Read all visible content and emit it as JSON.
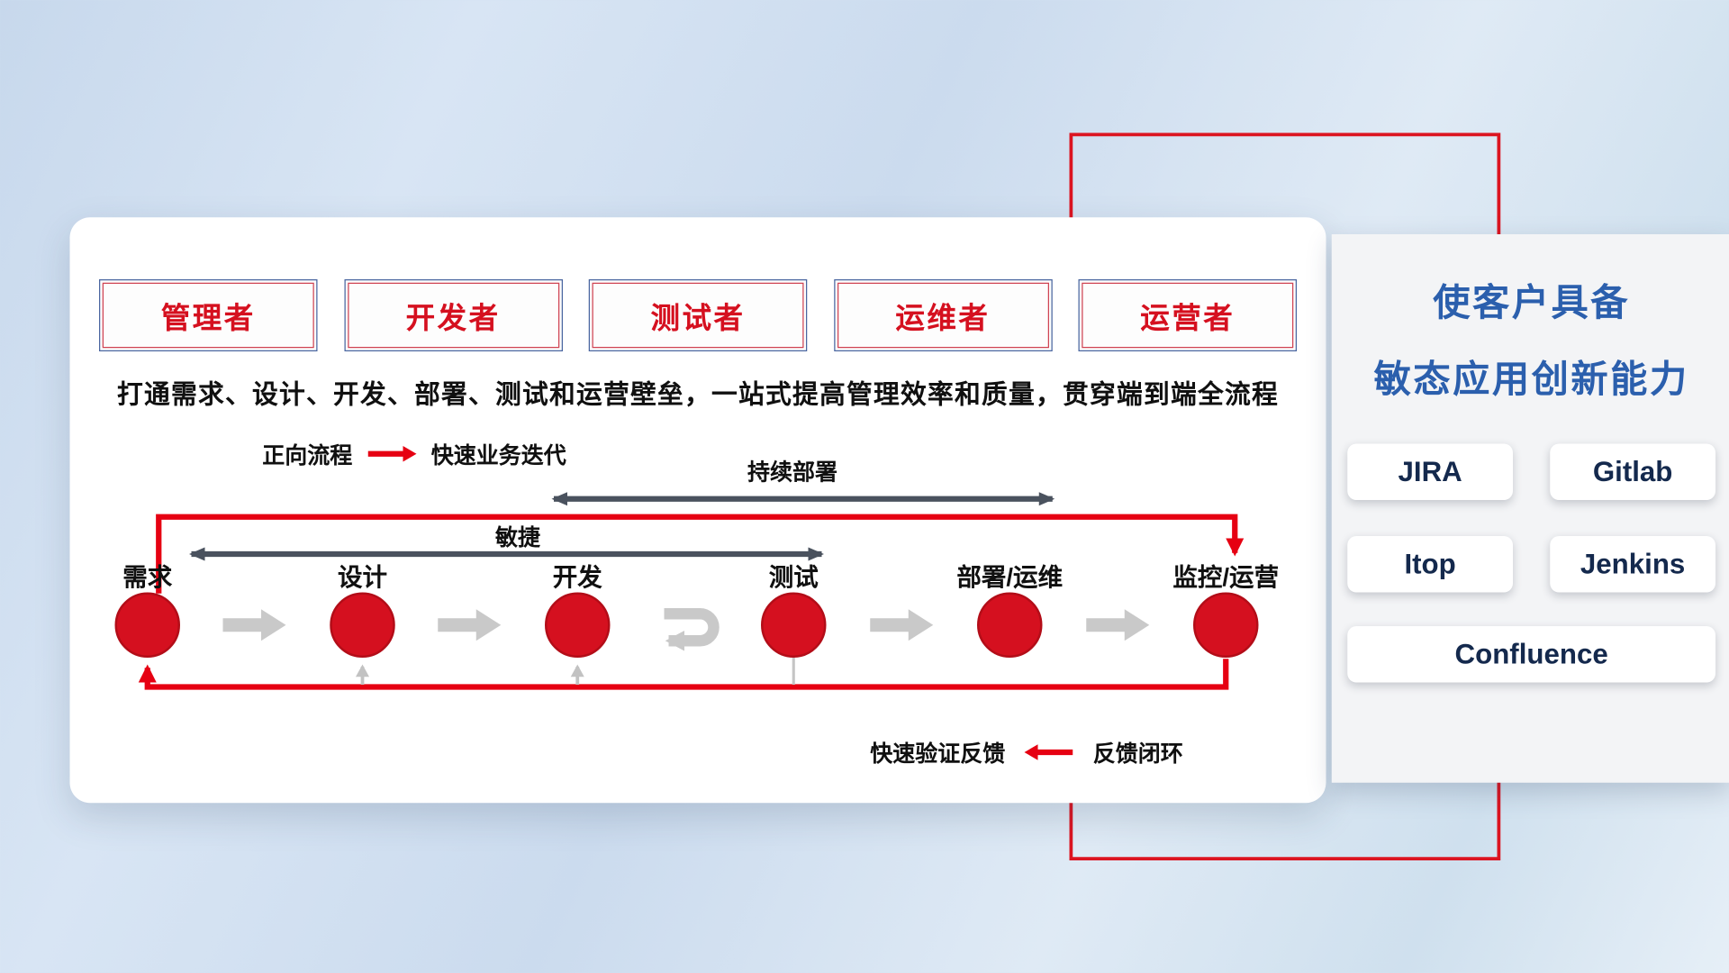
{
  "colors": {
    "accent_red": "#dc1420",
    "node_red": "#d5101f",
    "title_blue": "#2b5fad",
    "arrow_dark": "#4a525e",
    "arrow_gray": "#c9c9c9"
  },
  "main_card": {
    "roles": [
      "管理者",
      "开发者",
      "测试者",
      "运维者",
      "运营者"
    ],
    "subtitle": "打通需求、设计、开发、部署、测试和运营壁垒，一站式提高管理效率和质量，贯穿端到端全流程",
    "forward_legend": {
      "label": "正向流程",
      "desc": "快速业务迭代"
    },
    "continuous_deploy_label": "持续部署",
    "agile_label": "敏捷",
    "nodes": [
      "需求",
      "设计",
      "开发",
      "测试",
      "部署/运维",
      "监控/运营"
    ],
    "feedback_legend": {
      "label": "快速验证反馈",
      "desc": "反馈闭环"
    }
  },
  "side_panel": {
    "title_line1": "使客户具备",
    "title_line2": "敏态应用创新能力",
    "tools": [
      "JIRA",
      "Gitlab",
      "Itop",
      "Jenkins",
      "Confluence"
    ]
  }
}
